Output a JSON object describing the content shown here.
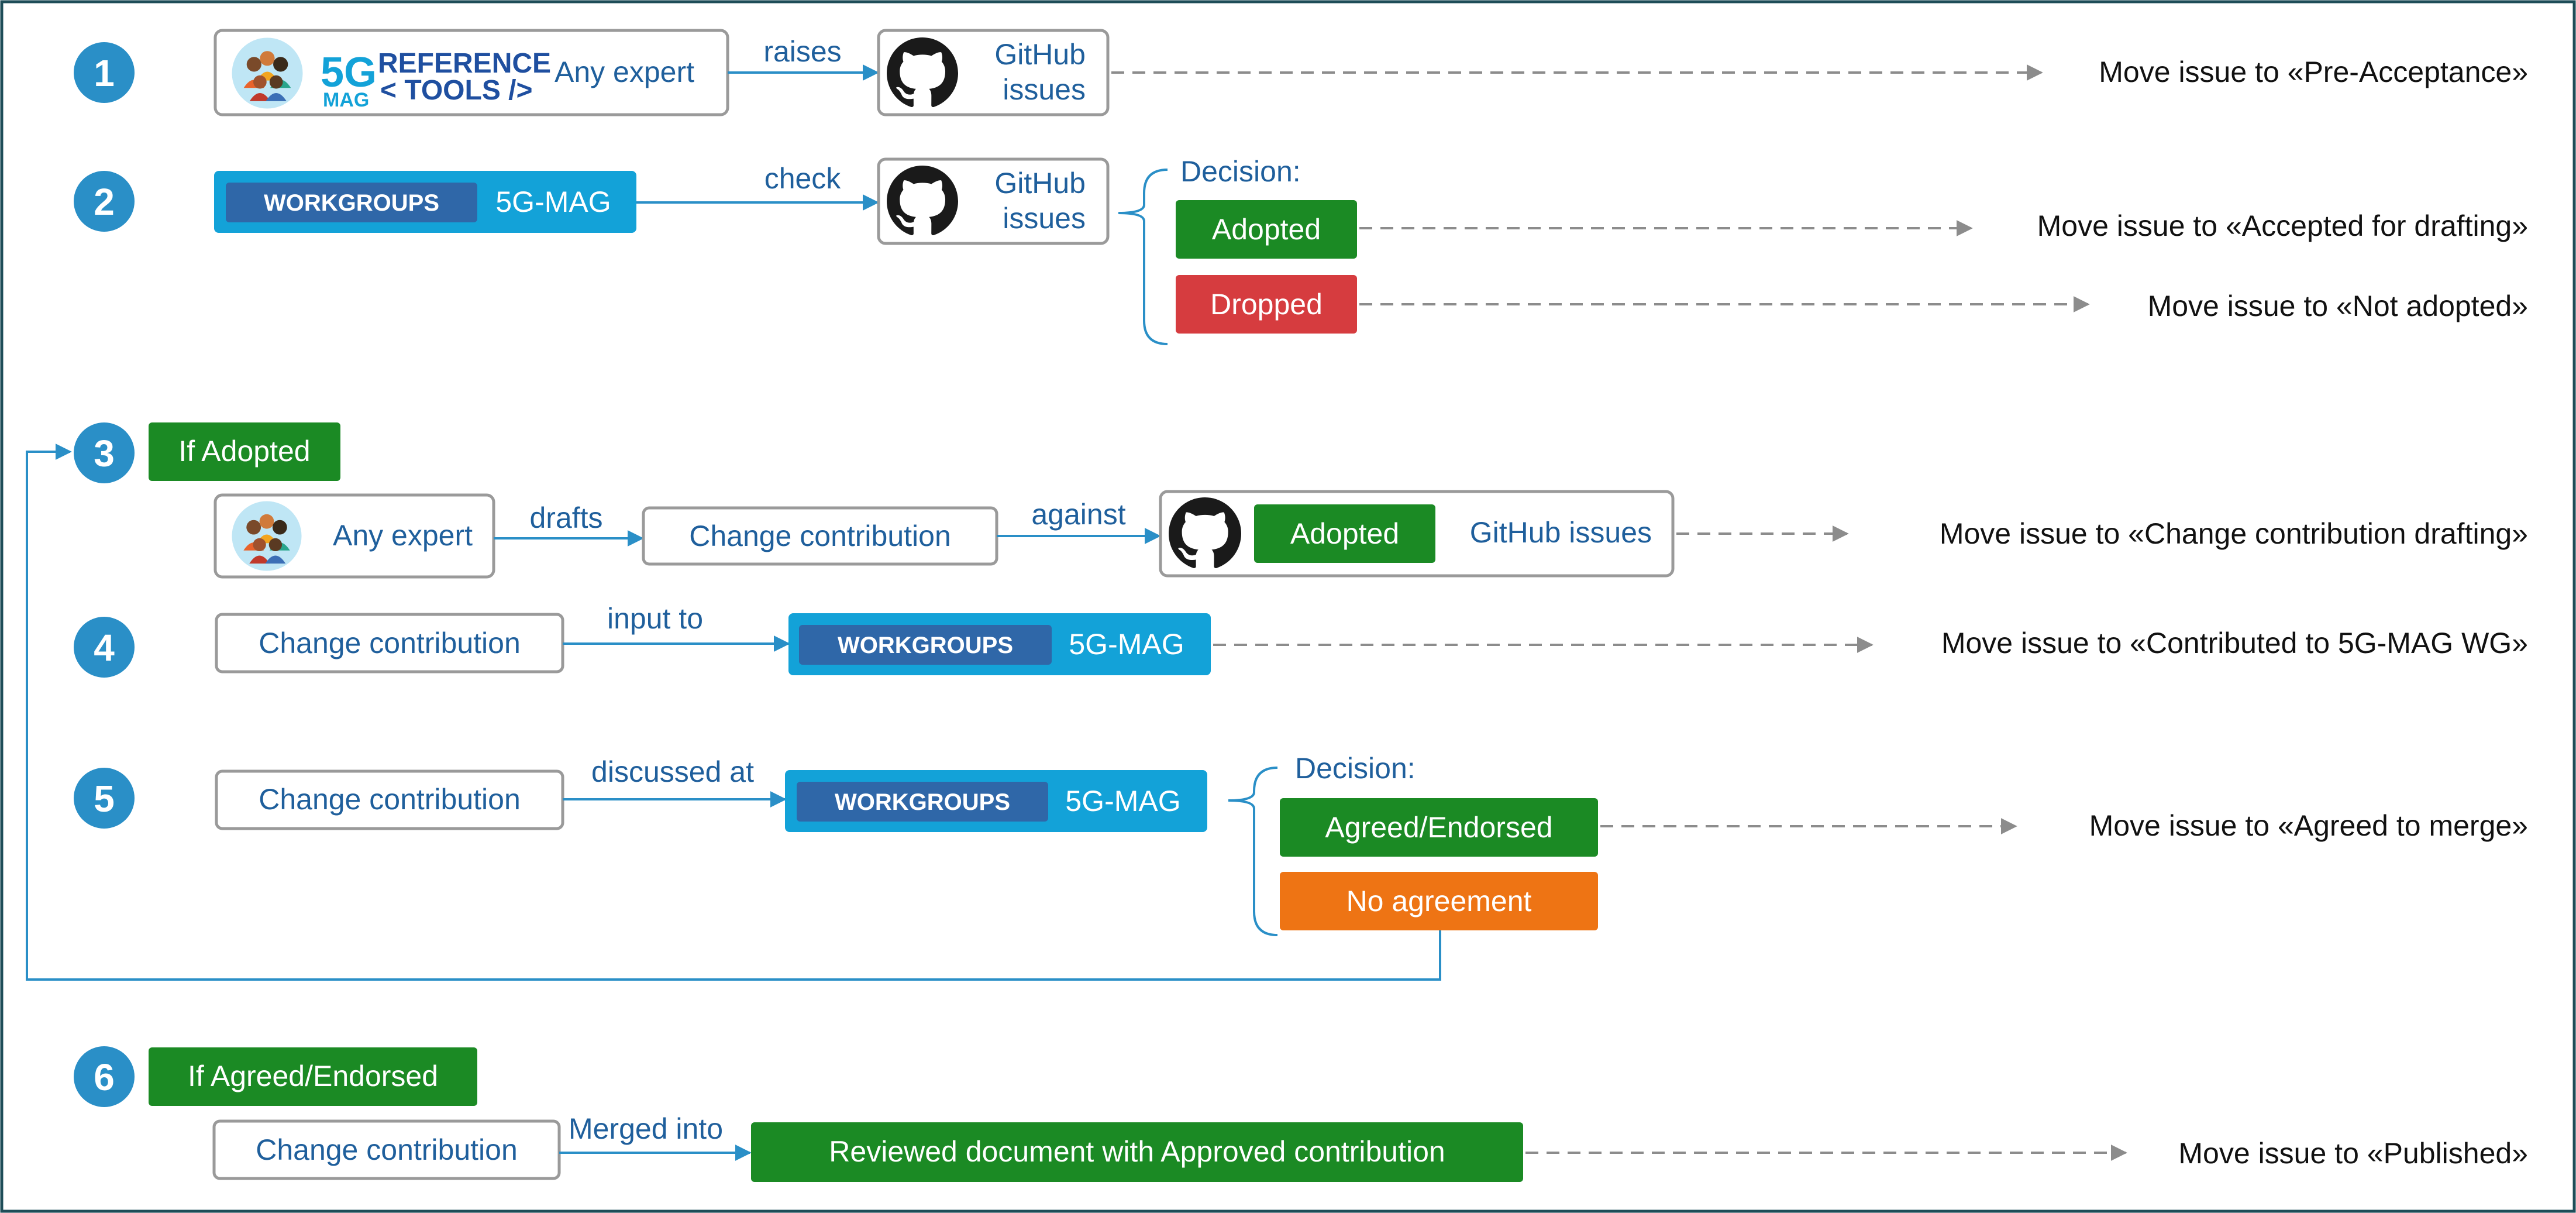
{
  "colors": {
    "frame": "#1e4d58",
    "accent_blue": "#2a8fc7",
    "text_blue": "#1f5f9c",
    "workgroup_cyan": "#13a2d8",
    "workgroup_tag": "#2f67a8",
    "green": "#1b8a24",
    "red": "#d63c3f",
    "orange": "#ee7414",
    "dashed_gray": "#8c8c8c"
  },
  "workgroups_tag": "WORKGROUPS",
  "workgroups_name": "5G-MAG",
  "github_icon": "github-icon",
  "experts_icon": "people-group-icon",
  "logo": {
    "text_5g": "5G",
    "text_mag": "MAG",
    "line1": "REFERENCE",
    "line2": "< TOOLS />"
  },
  "step1": {
    "number": "1",
    "actor": "Any expert",
    "verb": "raises",
    "target_line1": "GitHub",
    "target_line2": "issues",
    "status": "Move issue to «Pre-Acceptance»"
  },
  "step2": {
    "number": "2",
    "verb": "check",
    "target_line1": "GitHub",
    "target_line2": "issues",
    "decision_label": "Decision:",
    "option_adopted": "Adopted",
    "option_dropped": "Dropped",
    "status_adopted": "Move issue to «Accepted for drafting»",
    "status_dropped": "Move issue to «Not adopted»"
  },
  "step3": {
    "number": "3",
    "condition": "If Adopted",
    "actor": "Any expert",
    "verb": "drafts",
    "item": "Change contribution",
    "verb2": "against",
    "target_badge": "Adopted",
    "target_label": "GitHub issues",
    "status": "Move issue to «Change contribution drafting»"
  },
  "step4": {
    "number": "4",
    "item": "Change contribution",
    "verb": "input to",
    "status": "Move issue to «Contributed to 5G-MAG WG»"
  },
  "step5": {
    "number": "5",
    "item": "Change contribution",
    "verb": "discussed at",
    "decision_label": "Decision:",
    "option_agreed": "Agreed/Endorsed",
    "option_no_agreement": "No agreement",
    "status_agreed": "Move issue to «Agreed to merge»"
  },
  "step6": {
    "number": "6",
    "condition": "If Agreed/Endorsed",
    "item": "Change contribution",
    "verb": "Merged into",
    "target": "Reviewed document with Approved contribution",
    "status": "Move issue to «Published»"
  }
}
